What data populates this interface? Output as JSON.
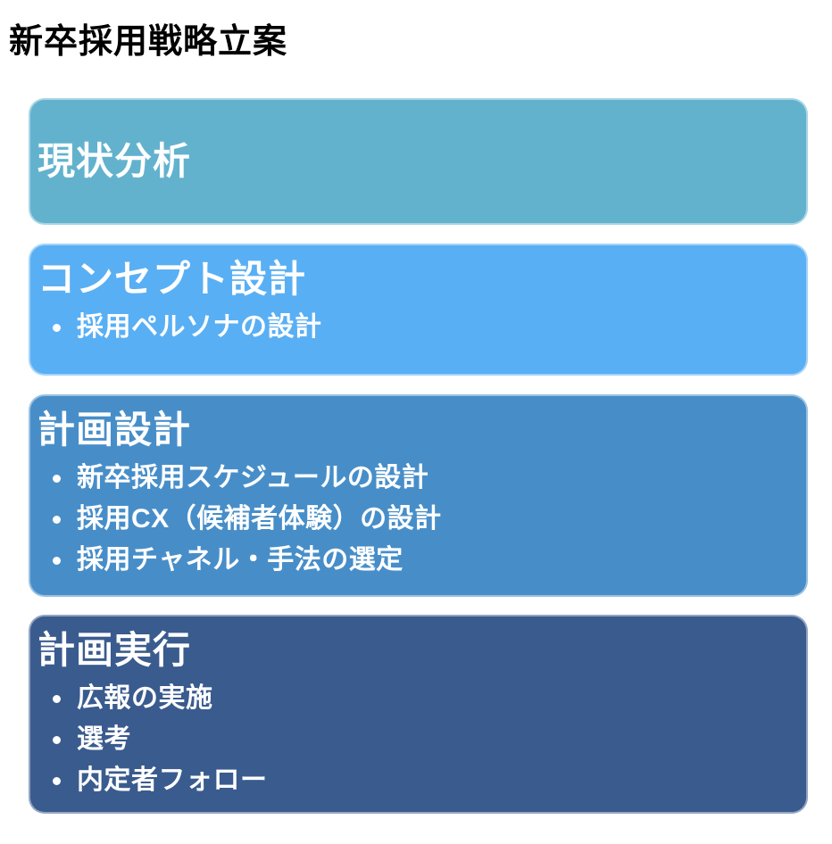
{
  "page": {
    "title": "新卒採用戦略立案",
    "background_color": "#ffffff",
    "text_color_boxes": "#ffffff",
    "text_color_title": "#000000"
  },
  "boxes": [
    {
      "heading": "現状分析",
      "color": "#62B2CE",
      "items": []
    },
    {
      "heading": "コンセプト設計",
      "color": "#59AFF4",
      "items": [
        "採用ペルソナの設計"
      ]
    },
    {
      "heading": "計画設計",
      "color": "#478EC9",
      "items": [
        "新卒採用スケジュールの設計",
        "採用CX（候補者体験）の設計",
        "採用チャネル・手法の選定"
      ]
    },
    {
      "heading": "計画実行",
      "color": "#3A5B8E",
      "items": [
        "広報の実施",
        "選考",
        "内定者フォロー"
      ]
    }
  ]
}
